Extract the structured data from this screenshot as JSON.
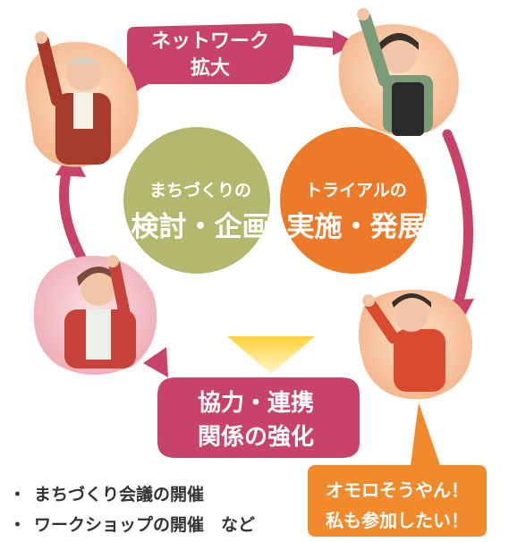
{
  "top_banner": {
    "line1": "ネットワーク",
    "line2": "拡大"
  },
  "bottom_banner": {
    "line1": "協力・連携",
    "line2": "関係の強化"
  },
  "circle_left": {
    "small": "まちづくりの",
    "large": "検討・企画",
    "color": "#b3b86e"
  },
  "circle_right": {
    "small": "トライアルの",
    "large": "実施・発展",
    "color": "#ec7a2a"
  },
  "callout": {
    "line1": "オモロそうやん！",
    "line2": "私も参加したい！",
    "color": "#f08a2c"
  },
  "bullets": [
    {
      "mark": "・",
      "text": "まちづくり会議の開催"
    },
    {
      "mark": "・",
      "text": "ワークショップの開催　など"
    }
  ],
  "colors": {
    "cycle_arrow": "#c8436a",
    "down_arrow": "#f3c52e",
    "blob_peach": "#f6c79f",
    "blob_pink": "#f2bfc6"
  }
}
